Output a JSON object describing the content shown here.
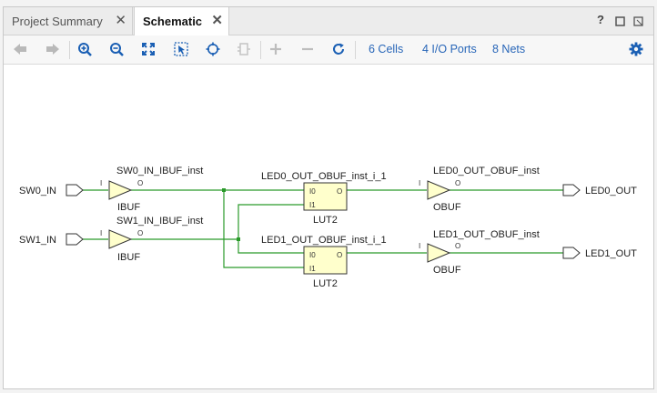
{
  "tabs": [
    {
      "label": "Project Summary",
      "active": false
    },
    {
      "label": "Schematic",
      "active": true
    }
  ],
  "window_controls": {
    "help": "?",
    "restore_icon": "restore-icon",
    "maximize_icon": "maximize-icon"
  },
  "toolbar": {
    "buttons": [
      "back-icon",
      "forward-icon",
      "zoom-in-icon",
      "zoom-out-icon",
      "fit-icon",
      "select-area-icon",
      "crosshair-icon",
      "cell-icon",
      "add-icon",
      "remove-icon",
      "refresh-icon"
    ],
    "cells": "6 Cells",
    "ports": "4 I/O Ports",
    "nets": "8 Nets",
    "settings_icon": "gear-icon"
  },
  "colors": {
    "wire": "#2a9a2a",
    "cell_fill": "#ffffcc",
    "cell_stroke": "#333333",
    "link": "#2866b8",
    "accent": "#1a5fb4"
  },
  "schematic": {
    "ports_in": [
      {
        "name": "SW0_IN"
      },
      {
        "name": "SW1_IN"
      }
    ],
    "ports_out": [
      {
        "name": "LED0_OUT"
      },
      {
        "name": "LED1_OUT"
      }
    ],
    "ibufs": [
      {
        "inst": "SW0_IN_IBUF_inst",
        "type": "IBUF",
        "pin_in": "I",
        "pin_out": "O"
      },
      {
        "inst": "SW1_IN_IBUF_inst",
        "type": "IBUF",
        "pin_in": "I",
        "pin_out": "O"
      }
    ],
    "luts": [
      {
        "inst": "LED0_OUT_OBUF_inst_i_1",
        "type": "LUT2",
        "pins": [
          "I0",
          "I1",
          "O"
        ]
      },
      {
        "inst": "LED1_OUT_OBUF_inst_i_1",
        "type": "LUT2",
        "pins": [
          "I0",
          "I1",
          "O"
        ]
      }
    ],
    "obufs": [
      {
        "inst": "LED0_OUT_OBUF_inst",
        "type": "OBUF",
        "pin_in": "I",
        "pin_out": "O"
      },
      {
        "inst": "LED1_OUT_OBUF_inst",
        "type": "OBUF",
        "pin_in": "I",
        "pin_out": "O"
      }
    ]
  }
}
